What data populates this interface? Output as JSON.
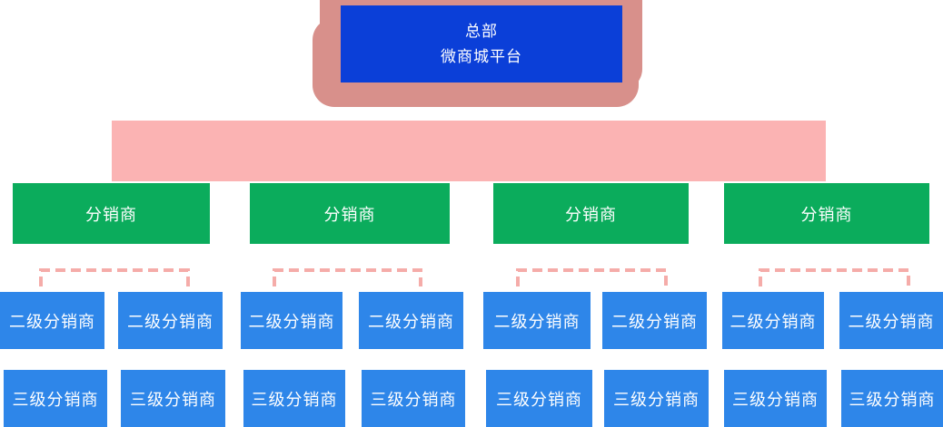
{
  "root": {
    "line1": "总部",
    "line2": "微商城平台"
  },
  "distributors": [
    {
      "label": "分销商"
    },
    {
      "label": "分销商"
    },
    {
      "label": "分销商"
    },
    {
      "label": "分销商"
    }
  ],
  "level2": [
    {
      "label": "二级分销商"
    },
    {
      "label": "二级分销商"
    },
    {
      "label": "二级分销商"
    },
    {
      "label": "二级分销商"
    },
    {
      "label": "二级分销商"
    },
    {
      "label": "二级分销商"
    },
    {
      "label": "二级分销商"
    },
    {
      "label": "二级分销商"
    }
  ],
  "level3": [
    {
      "label": "三级分销商"
    },
    {
      "label": "三级分销商"
    },
    {
      "label": "三级分销商"
    },
    {
      "label": "三级分销商"
    },
    {
      "label": "三级分销商"
    },
    {
      "label": "三级分销商"
    },
    {
      "label": "三级分销商"
    },
    {
      "label": "三级分销商"
    }
  ],
  "colors": {
    "root_box": "#0B3FD8",
    "root_frame": "#D8908B",
    "link_bar": "#FBB3B3",
    "connector_dash": "#F5ACA9",
    "distributor_green": "#0BAC5C",
    "sub_distributor_blue": "#2E86E9",
    "text": "#FFFFFF"
  }
}
